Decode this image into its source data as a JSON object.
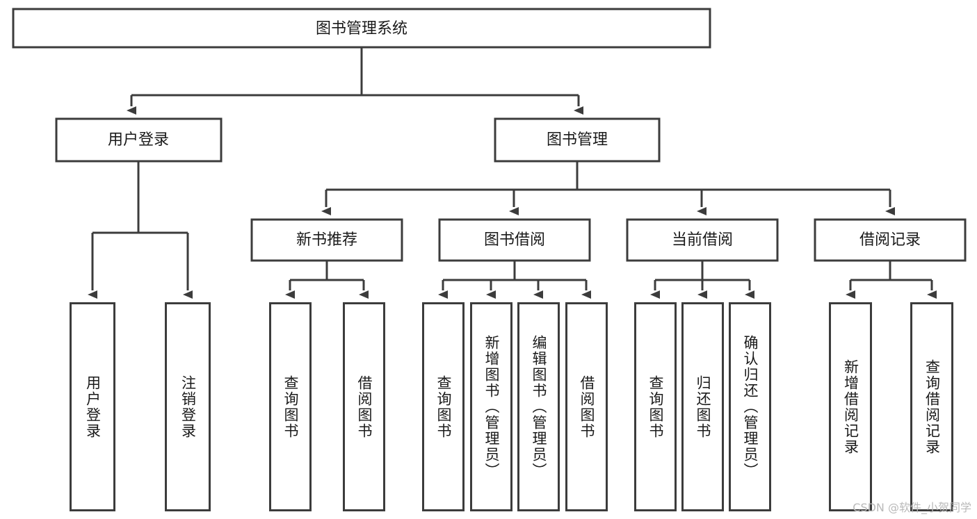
{
  "diagram": {
    "title": "图书管理系统",
    "type": "tree-hierarchy",
    "root": {
      "label": "图书管理系统"
    },
    "level2": [
      {
        "label": "用户登录"
      },
      {
        "label": "图书管理"
      }
    ],
    "level3": [
      {
        "label": "新书推荐"
      },
      {
        "label": "图书借阅"
      },
      {
        "label": "当前借阅"
      },
      {
        "label": "借阅记录"
      }
    ],
    "leaves": {
      "user_login": [
        {
          "label": "用户登录"
        },
        {
          "label": "注销登录"
        }
      ],
      "new_book_recommend": [
        {
          "label": "查询图书"
        },
        {
          "label": "借阅图书"
        }
      ],
      "book_borrow": [
        {
          "label": "查询图书"
        },
        {
          "label": "新增图书（管理员）"
        },
        {
          "label": "编辑图书（管理员）"
        },
        {
          "label": "借阅图书"
        }
      ],
      "current_borrow": [
        {
          "label": "查询图书"
        },
        {
          "label": "归还图书"
        },
        {
          "label": "确认归还（管理员）"
        }
      ],
      "borrow_record": [
        {
          "label": "新增借阅记录"
        },
        {
          "label": "查询借阅记录"
        }
      ]
    }
  },
  "watermark": {
    "text": "CSDN @软件_小贺同学"
  },
  "colors": {
    "stroke": "#3c3c3c",
    "fill": "#ffffff",
    "text": "#1a1a1a",
    "watermark": "#b9b9b9"
  }
}
